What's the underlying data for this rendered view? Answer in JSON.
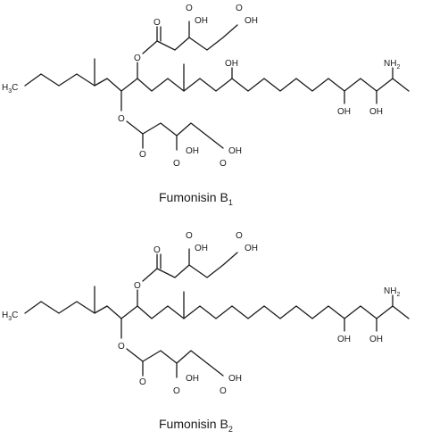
{
  "structures": [
    {
      "name_main": "Fumonisin B",
      "name_sub": "1",
      "atoms": {
        "h3c": "H",
        "h3c_sub": "3",
        "h3c_end": "C",
        "nh2": "NH",
        "nh2_sub": "2",
        "oh_upper": "OH",
        "oh_lower_left": "OH",
        "oh_lower_right": "OH",
        "ester_upper_o": "O",
        "ester_upper_carbonyl": "O",
        "ester_lower_o": "O",
        "ester_lower_carbonyl": "O",
        "acid_upper_1": "O",
        "acid_upper_1_oh": "OH",
        "acid_upper_2": "O",
        "acid_upper_2_oh": "OH",
        "acid_lower_1": "O",
        "acid_lower_1_oh": "OH",
        "acid_lower_2": "O",
        "acid_lower_2_oh": "OH"
      }
    },
    {
      "name_main": "Fumonisin B",
      "name_sub": "2",
      "atoms": {
        "h3c": "H",
        "h3c_sub": "3",
        "h3c_end": "C",
        "nh2": "NH",
        "nh2_sub": "2",
        "oh_lower_left": "OH",
        "oh_lower_right": "OH",
        "ester_upper_o": "O",
        "ester_upper_carbonyl": "O",
        "ester_lower_o": "O",
        "ester_lower_carbonyl": "O",
        "acid_upper_1": "O",
        "acid_upper_1_oh": "OH",
        "acid_upper_2": "O",
        "acid_upper_2_oh": "OH",
        "acid_lower_1": "O",
        "acid_lower_1_oh": "OH",
        "acid_lower_2": "O",
        "acid_lower_2_oh": "OH"
      }
    }
  ]
}
